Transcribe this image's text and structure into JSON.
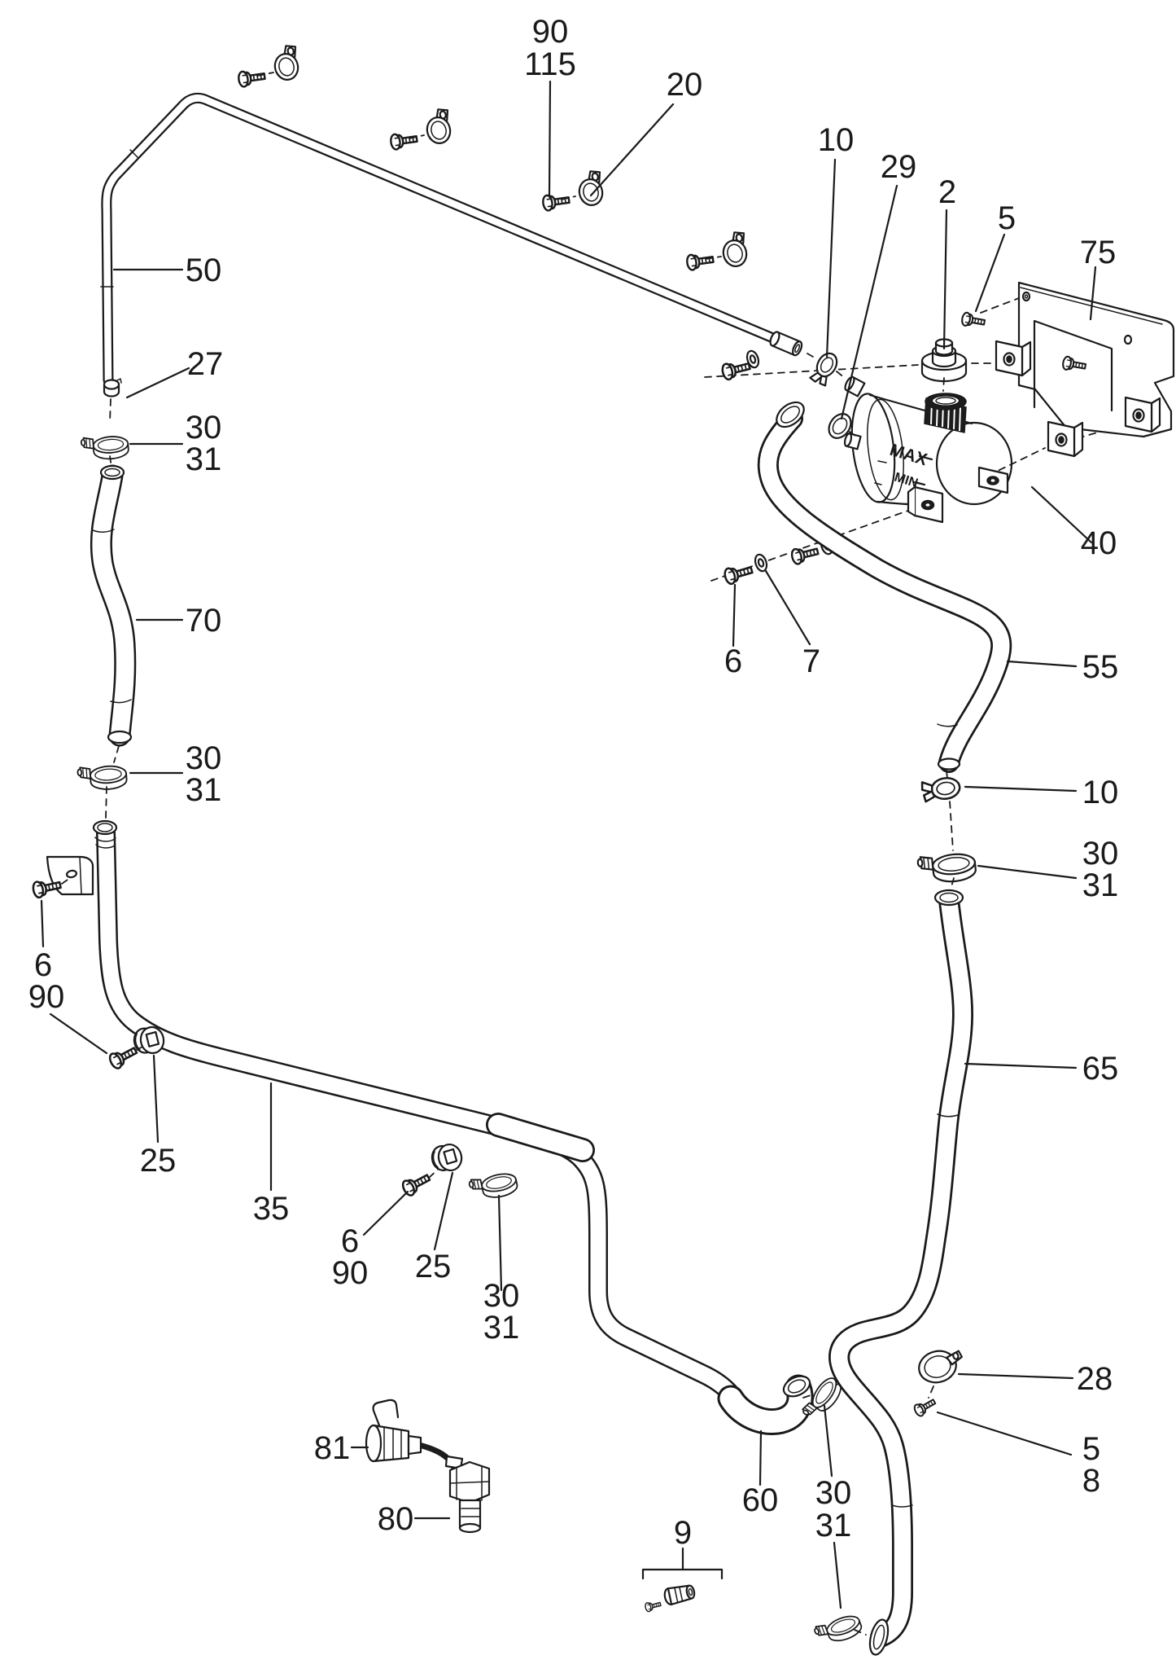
{
  "diagram": {
    "type": "exploded-parts-diagram",
    "subject": "coolant reservoir tank and hose routing",
    "colors": {
      "background": "#ffffff",
      "line": "#1a1a1a"
    },
    "tank": {
      "max_label": "MAX",
      "min_label": "MIN"
    },
    "callouts": [
      {
        "id": "callout-90-top",
        "text": "90"
      },
      {
        "id": "callout-115",
        "text": "115"
      },
      {
        "id": "callout-20",
        "text": "20"
      },
      {
        "id": "callout-10-top",
        "text": "10"
      },
      {
        "id": "callout-29",
        "text": "29"
      },
      {
        "id": "callout-2",
        "text": "2"
      },
      {
        "id": "callout-5-top",
        "text": "5"
      },
      {
        "id": "callout-75",
        "text": "75"
      },
      {
        "id": "callout-50",
        "text": "50"
      },
      {
        "id": "callout-27",
        "text": "27"
      },
      {
        "id": "callout-30-a",
        "text": "30"
      },
      {
        "id": "callout-31-a",
        "text": "31"
      },
      {
        "id": "callout-70",
        "text": "70"
      },
      {
        "id": "callout-40",
        "text": "40"
      },
      {
        "id": "callout-6-tank",
        "text": "6"
      },
      {
        "id": "callout-7",
        "text": "7"
      },
      {
        "id": "callout-55",
        "text": "55"
      },
      {
        "id": "callout-30-b",
        "text": "30"
      },
      {
        "id": "callout-31-b",
        "text": "31"
      },
      {
        "id": "callout-10-right",
        "text": "10"
      },
      {
        "id": "callout-30-f",
        "text": "30"
      },
      {
        "id": "callout-31-f",
        "text": "31"
      },
      {
        "id": "callout-6-left",
        "text": "6"
      },
      {
        "id": "callout-90-left",
        "text": "90"
      },
      {
        "id": "callout-65",
        "text": "65"
      },
      {
        "id": "callout-25-left",
        "text": "25"
      },
      {
        "id": "callout-35",
        "text": "35"
      },
      {
        "id": "callout-6-mid",
        "text": "6"
      },
      {
        "id": "callout-90-mid",
        "text": "90"
      },
      {
        "id": "callout-25-mid",
        "text": "25"
      },
      {
        "id": "callout-30-c",
        "text": "30"
      },
      {
        "id": "callout-31-c",
        "text": "31"
      },
      {
        "id": "callout-28",
        "text": "28"
      },
      {
        "id": "callout-5-bottom",
        "text": "5"
      },
      {
        "id": "callout-8",
        "text": "8"
      },
      {
        "id": "callout-81",
        "text": "81"
      },
      {
        "id": "callout-80",
        "text": "80"
      },
      {
        "id": "callout-60",
        "text": "60"
      },
      {
        "id": "callout-30-d",
        "text": "30"
      },
      {
        "id": "callout-31-e",
        "text": "31"
      },
      {
        "id": "callout-9",
        "text": "9"
      }
    ]
  }
}
